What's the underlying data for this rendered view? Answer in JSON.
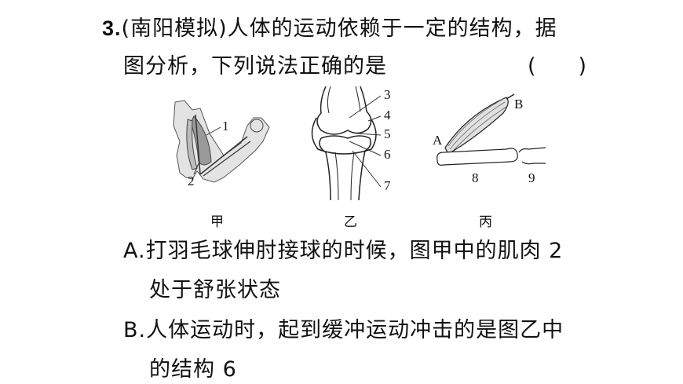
{
  "question": {
    "number": "3.",
    "source": "(南阳模拟)",
    "stem_line1": "人体的运动依赖于一定的结构，据",
    "stem_line2": "图分析，下列说法正确的是",
    "answer_bracket": "(　　)"
  },
  "figures": {
    "jia": {
      "caption": "甲",
      "labels": [
        "1",
        "2"
      ]
    },
    "yi": {
      "caption": "乙",
      "labels": [
        "3",
        "4",
        "5",
        "6",
        "7"
      ]
    },
    "bing": {
      "caption": "丙",
      "labels": [
        "A",
        "B",
        "8",
        "9"
      ]
    }
  },
  "options": [
    {
      "line1": "A.打羽毛球伸肘接球的时候，图甲中的肌肉 2",
      "line2": "处于舒张状态"
    },
    {
      "line1": "B.人体运动时，起到缓冲运动冲击的是图乙中",
      "line2": "的结构 6"
    }
  ]
}
